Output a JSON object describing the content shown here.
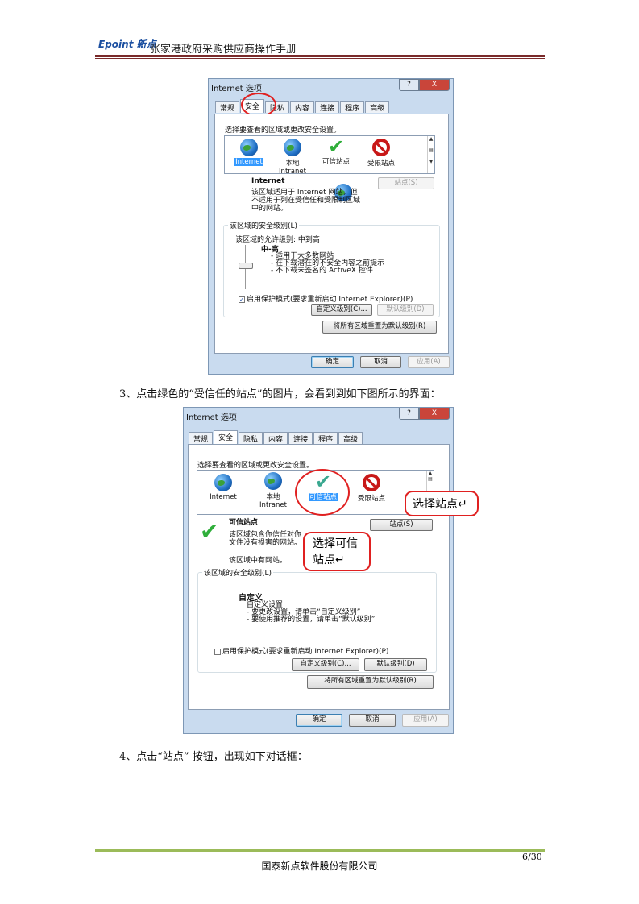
{
  "header": {
    "logo": "Epoint 新点",
    "title": "张家港政府采购供应商操作手册"
  },
  "dialog1": {
    "title": "Internet 选项",
    "help": "?",
    "close": "X",
    "tabs": [
      "常规",
      "安全",
      "隐私",
      "内容",
      "连接",
      "程序",
      "高级"
    ],
    "prompt": "选择要查看的区域或更改安全设置。",
    "zones": [
      {
        "label": "Internet"
      },
      {
        "label": "本地",
        "sub": "Intranet"
      },
      {
        "label": "可信站点"
      },
      {
        "label": "受限站点"
      }
    ],
    "zone_title": "Internet",
    "zone_desc": [
      "该区域适用于 Internet 网站，但",
      "不适用于列在受信任和受限制区域",
      "中的网站。"
    ],
    "sites_button": "站点(S)",
    "group_label": "该区域的安全级别(L)",
    "allowed": "该区域的允许级别: 中到高",
    "level_name": "中-高",
    "level_items": [
      "- 适用于大多数网站",
      "- 在下载潜在的不安全内容之前提示",
      "- 不下载未签名的 ActiveX 控件"
    ],
    "protected_mode": "启用保护模式(要求重新启动 Internet Explorer)(P)",
    "protected_checked": true,
    "custom_button": "自定义级别(C)...",
    "default_button": "默认级别(D)",
    "reset_button": "将所有区域重置为默认级别(R)",
    "ok": "确定",
    "cancel": "取消",
    "apply": "应用(A)"
  },
  "step3": "3、点击绿色的“受信任的站点”的图片，会看到到如下图所示的界面：",
  "dialog2": {
    "title": "Internet 选项",
    "help": "?",
    "close": "X",
    "tabs": [
      "常规",
      "安全",
      "隐私",
      "内容",
      "连接",
      "程序",
      "高级"
    ],
    "prompt": "选择要查看的区域或更改安全设置。",
    "zones": [
      {
        "label": "Internet"
      },
      {
        "label": "本地",
        "sub": "Intranet"
      },
      {
        "label": "可信站点"
      },
      {
        "label": "受限站点"
      }
    ],
    "zone_title": "可信站点",
    "zone_desc": [
      "该区域包含你信任对你",
      "文件没有损害的网站。"
    ],
    "zone_sites": "该区域中有网站。",
    "sites_button": "站点(S)",
    "group_label": "该区域的安全级别(L)",
    "level_name": "自定义",
    "level_items": [
      "自定义设置",
      "- 要更改设置，请单击“自定义级别”",
      "- 要使用推荐的设置，请单击“默认级别”"
    ],
    "protected_mode": "启用保护模式(要求重新启动 Internet Explorer)(P)",
    "protected_checked": false,
    "custom_button": "自定义级别(C)...",
    "default_button": "默认级别(D)",
    "reset_button": "将所有区域重置为默认级别(R)",
    "ok": "确定",
    "cancel": "取消",
    "apply": "应用(A)",
    "callout_sites": "选择站点↵",
    "callout_trusted": "选择可信站点↵"
  },
  "step4": "4、点击“站点” 按钮，出现如下对话框：",
  "footer": {
    "page": "6/30",
    "company": "国泰新点软件股份有限公司"
  }
}
